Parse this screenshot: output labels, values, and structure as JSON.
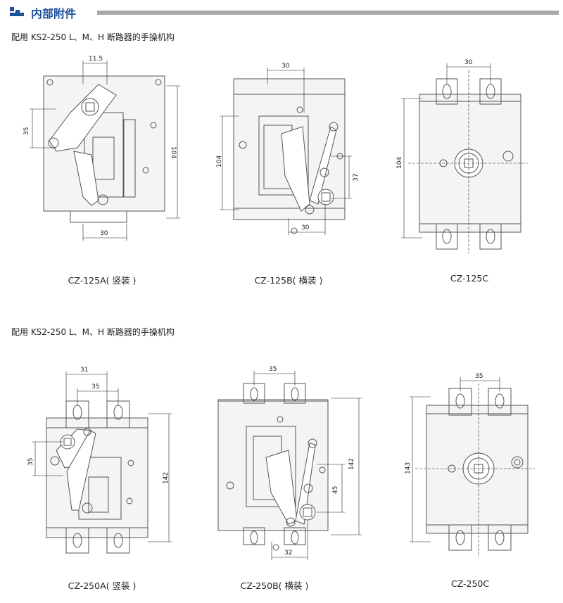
{
  "header": {
    "title": "内部附件"
  },
  "sections": [
    {
      "caption": "配用  KS2-250  L、M、H 断路器的手操机构"
    },
    {
      "caption": "配用  KS2-250  L、M、H 断路器的手操机构"
    }
  ],
  "models": [
    {
      "label": "CZ-125A( 竖装 )",
      "dims": [
        "11.5",
        "35",
        "104",
        "30"
      ]
    },
    {
      "label": "CZ-125B( 横装 )",
      "dims": [
        "30",
        "104",
        "37",
        "30"
      ]
    },
    {
      "label": "CZ-125C",
      "dims": [
        "30",
        "104"
      ]
    },
    {
      "label": "CZ-250A( 竖装 )",
      "dims": [
        "31",
        "35",
        "35",
        "142"
      ]
    },
    {
      "label": "CZ-250B( 横装 )",
      "dims": [
        "35",
        "142",
        "45",
        "32"
      ]
    },
    {
      "label": "CZ-250C",
      "dims": [
        "35",
        "143"
      ]
    }
  ],
  "colors": {
    "brand": "#1b4e9b",
    "rule": "#a9a9a9",
    "line": "#555555"
  }
}
